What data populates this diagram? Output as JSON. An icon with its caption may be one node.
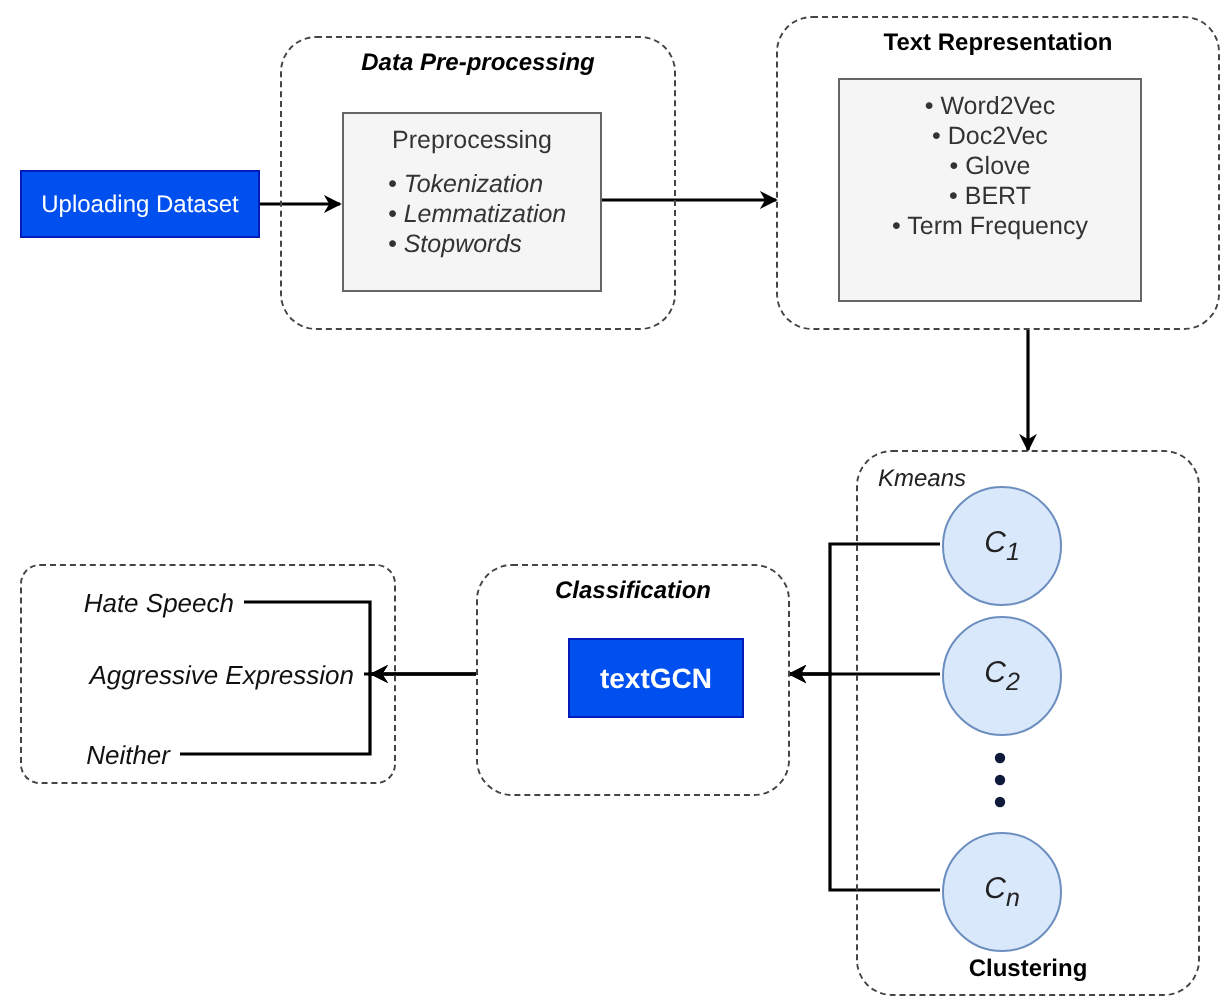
{
  "diagram": {
    "nodes": [
      {
        "text": [
          "Uploading Dataset"
        ]
      },
      {
        "text": [
          "Data Pre-processing"
        ]
      },
      {
        "text": [
          "Preprocessing",
          "• Tokenization",
          "• Lemmatization",
          "• Stopwords"
        ],
        "in": 1
      },
      {
        "text": [
          "Text Representation"
        ]
      },
      {
        "text": [
          "• Word2Vec",
          "• Doc2Vec",
          "• Glove",
          "• BERT",
          "• Term Frequency"
        ],
        "in": 3
      },
      {
        "text": [
          "Kmeans",
          "Clustering"
        ]
      },
      {
        "text": [
          "C$_{1}$"
        ],
        "in": 5
      },
      {
        "text": [
          "C$_{2}$"
        ],
        "in": 5
      },
      {
        "text": [
          "C$_{n}$"
        ],
        "in": 5
      },
      {
        "text": [
          "Classification"
        ]
      },
      {
        "text": [
          "textGCN"
        ],
        "in": 9
      },
      {
        "text": [],
        "shape": "box"
      },
      {
        "text": [
          "Hate Speech"
        ],
        "in": 11
      },
      {
        "text": [
          "Aggressive Expression"
        ],
        "in": 11
      },
      {
        "text": [
          "Neither"
        ],
        "in": 11
      }
    ],
    "edges": [
      {
        "from": 0,
        "to": 2,
        "arrow": "to"
      },
      {
        "from": 2,
        "to": 3,
        "arrow": "to"
      },
      {
        "from": 3,
        "to": 5,
        "arrow": "to"
      },
      {
        "from": 6,
        "to": 9,
        "arrow": "to"
      },
      {
        "from": 7,
        "to": 9,
        "arrow": "to"
      },
      {
        "from": 8,
        "to": 9,
        "arrow": "to"
      },
      {
        "from": 9,
        "to": 12,
        "arrow": "to"
      },
      {
        "from": 9,
        "to": 13,
        "arrow": "to"
      },
      {
        "from": 9,
        "to": 14,
        "arrow": "to"
      }
    ]
  }
}
